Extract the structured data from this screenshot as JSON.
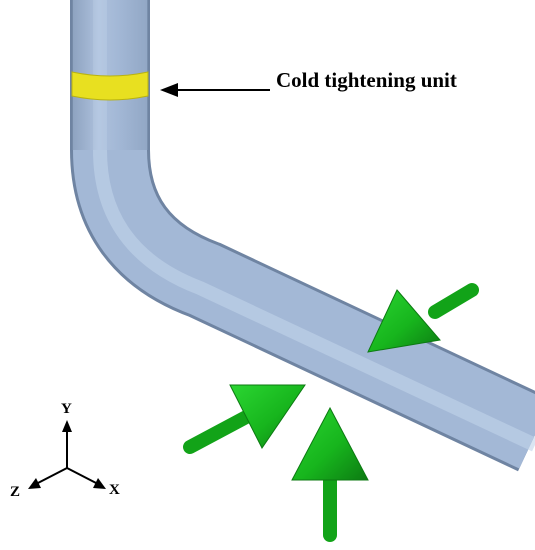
{
  "annotation": {
    "label": "Cold tightening unit"
  },
  "axes": {
    "y": "Y",
    "x": "X",
    "z": "Z"
  },
  "colors": {
    "pipe": "#a3b8d6",
    "pipe_shadow": "#7b90ad",
    "pipe_highlight": "#c9d8ec",
    "ring": "#e8e020",
    "arrow": "#17b51d",
    "arrow_dark": "#0c7a12",
    "ink": "#000000"
  }
}
